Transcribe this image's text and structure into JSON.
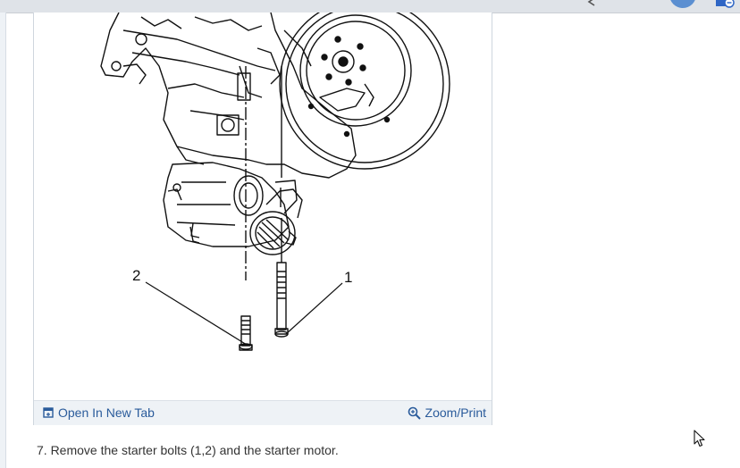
{
  "figure": {
    "callouts": [
      "1",
      "2"
    ],
    "footer": {
      "open_new_tab_label": "Open In New Tab",
      "open_new_tab_icon": "open-in-new-tab-icon",
      "zoom_print_label": "Zoom/Print",
      "zoom_print_icon": "zoom-in-icon"
    }
  },
  "instruction": {
    "step_text": "7. Remove the starter bolts (1,2) and the starter motor."
  },
  "colors": {
    "link": "#2a5b9b",
    "footer_bg": "#eef2f6",
    "text": "#333333",
    "accent": "#5b8fd1"
  }
}
